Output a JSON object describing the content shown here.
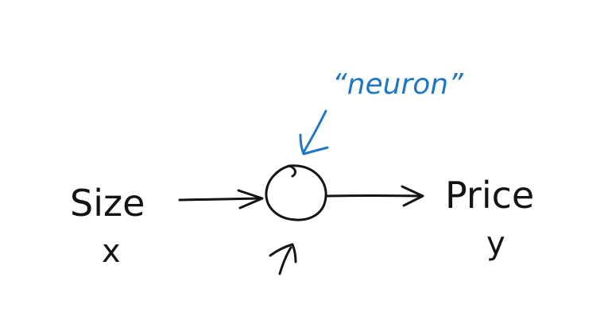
{
  "colors": {
    "ink": "#141414",
    "annotation": "#1f77c4",
    "background": "#ffffff"
  },
  "input": {
    "label": "Size",
    "variable": "x"
  },
  "output": {
    "label": "Price",
    "variable": "y"
  },
  "neuron": {
    "annotation": "“neuron”"
  }
}
